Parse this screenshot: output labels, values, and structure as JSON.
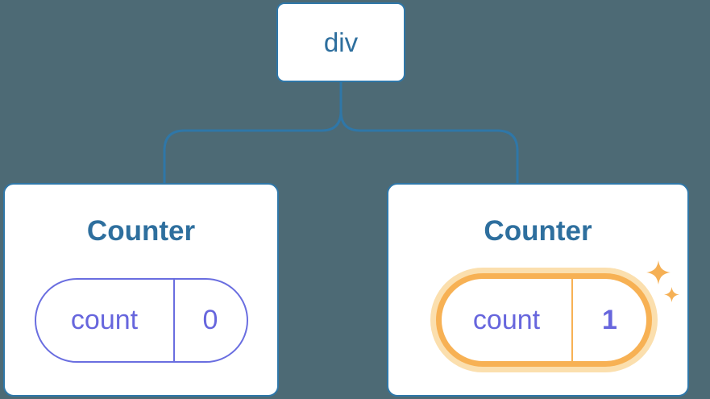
{
  "root": {
    "label": "div"
  },
  "children": [
    {
      "title": "Counter",
      "state": {
        "key": "count",
        "value": "0"
      },
      "highlighted": false
    },
    {
      "title": "Counter",
      "state": {
        "key": "count",
        "value": "1"
      },
      "highlighted": true
    }
  ],
  "colors": {
    "background": "#4d6a75",
    "node_text": "#2e6f9e",
    "connector": "#2f77a8",
    "card_border": "#2f77a8",
    "state_border": "#6a6ee0",
    "state_text": "#6766dd",
    "highlight": "#f7b154",
    "highlight_glow": "#fbdfae",
    "sparkle": "#f5b055"
  }
}
